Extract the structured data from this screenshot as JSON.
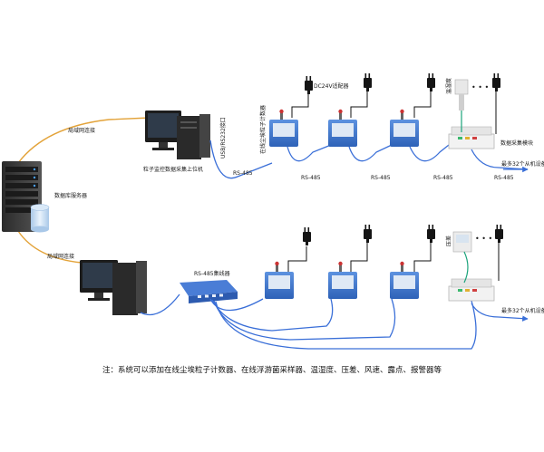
{
  "labels": {
    "lan_top": "局域网连接",
    "lan_bottom": "局域网连接",
    "db_server": "数据库服务器",
    "host_pc": "粒子监控数据采集上位机",
    "usb_port": "USB/RS232接口",
    "particle_counter": "在线尘埃粒子计数器",
    "dc_adapter": "DC24V适配器",
    "temp_humidity": "温湿度",
    "data_module": "数据采集模块",
    "rs485_1": "RS-485",
    "rs485_2": "RS-485",
    "rs485_3": "RS-485",
    "rs485_4": "RS-485",
    "rs485_5": "RS-485",
    "max_slaves_top": "最多32个从机设备",
    "hub": "RS-485集线器",
    "pressure": "压差",
    "max_slaves_bottom": "最多32个从机设备",
    "ellipsis_top": "• • •",
    "ellipsis_bottom": "• • •"
  },
  "note": "注：系统可以添加在线尘埃粒子计数器、在线浮游菌采样器、温湿度、压差、风速、露点、报警器等",
  "colors": {
    "bus_blue": "#3a6fd8",
    "lan_orange": "#e3a33a",
    "sensor_green": "#1aa37a",
    "device_blue": "#3c78d0"
  }
}
